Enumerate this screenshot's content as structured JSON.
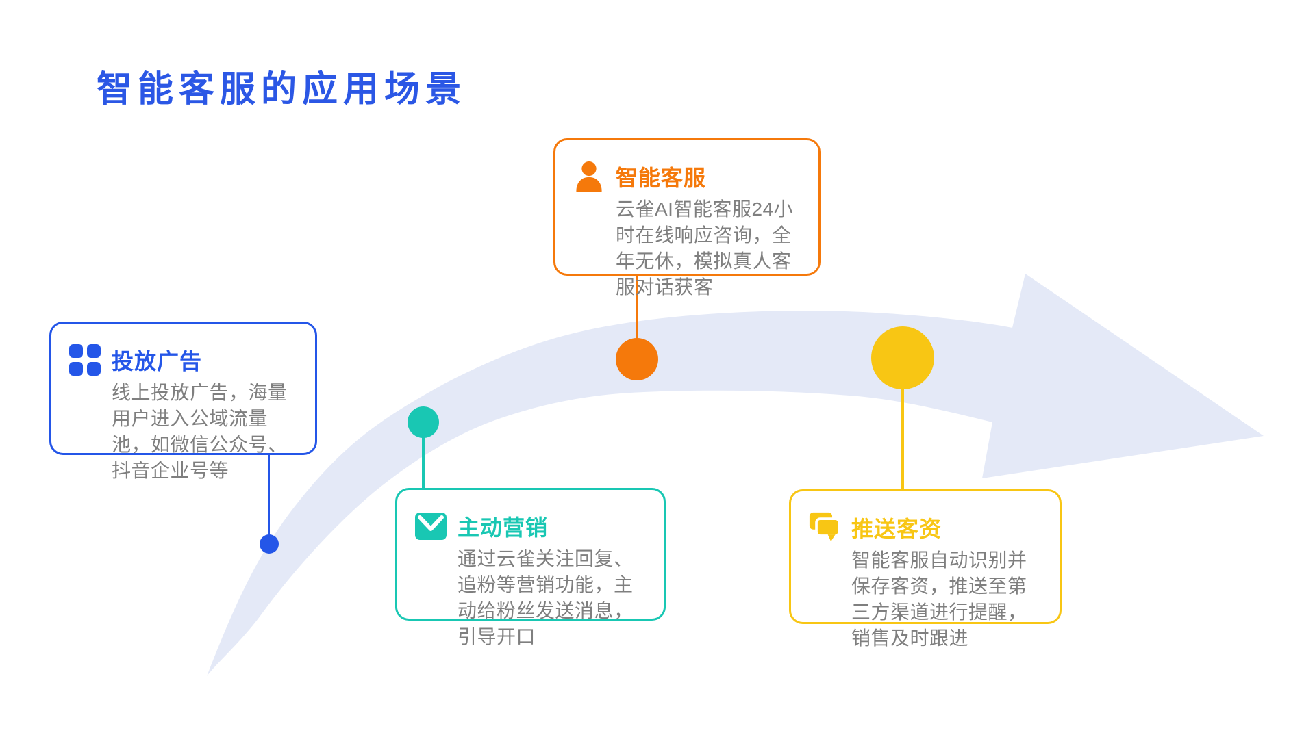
{
  "title": {
    "text": "智能客服的应用场景",
    "color": "#2B57E5"
  },
  "arrow": {
    "color": "#E4E9F7",
    "direction": "up-right"
  },
  "body_text_color": "#7F7F7F",
  "cards": [
    {
      "id": "ads",
      "icon": "grid-icon",
      "color": "#2456E8",
      "title": "投放广告",
      "body": "线上投放广告，海量用户进入公域流量池，如微信公众号、抖音企业号等"
    },
    {
      "id": "service",
      "icon": "person-icon",
      "color": "#F5790B",
      "title": "智能客服",
      "body": "云雀AI智能客服24小时在线响应咨询，全年无休，模拟真人客服对话获客"
    },
    {
      "id": "marketing",
      "icon": "envelope-icon",
      "color": "#19C7B3",
      "title": "主动营销",
      "body": "通过云雀关注回复、追粉等营销功能，主动给粉丝发送消息，引导开口"
    },
    {
      "id": "leads",
      "icon": "chat-icon",
      "color": "#F8C614",
      "title": "推送客资",
      "body": "智能客服自动识别并保存客资，推送至第三方渠道进行提醒，销售及时跟进"
    }
  ]
}
